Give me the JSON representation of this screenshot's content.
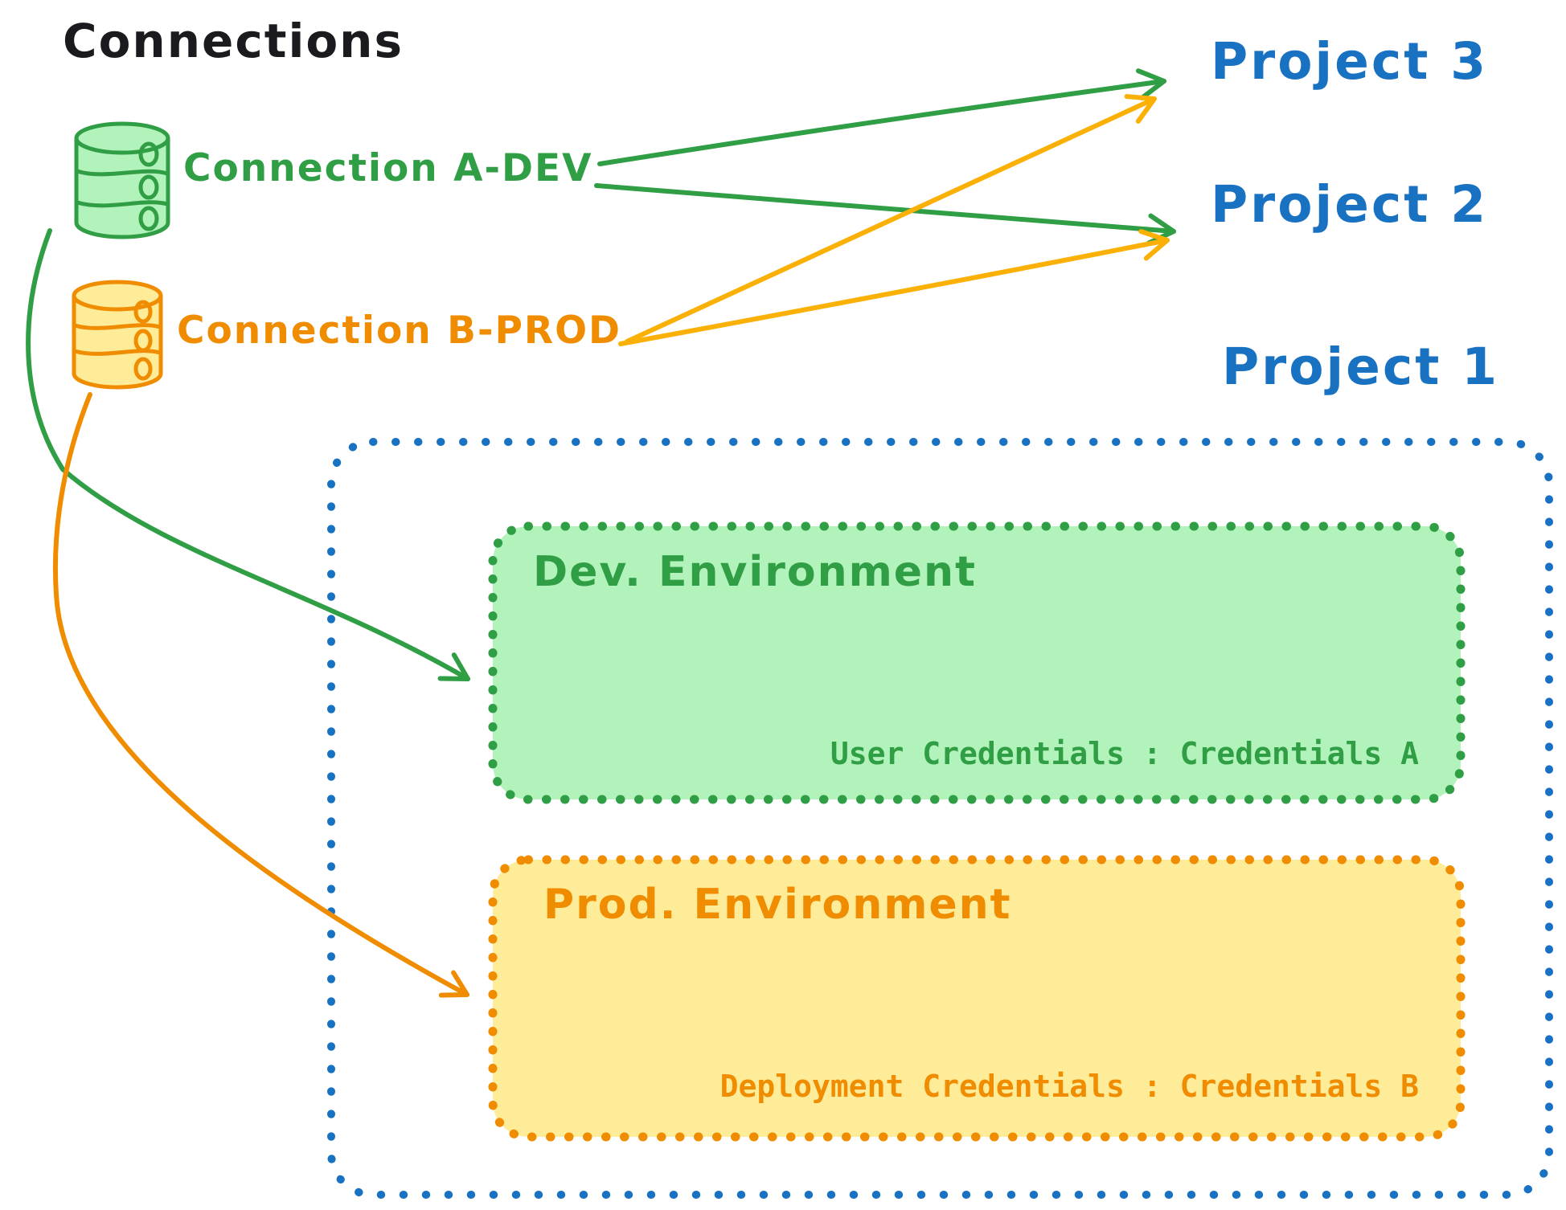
{
  "title": "Connections",
  "colors": {
    "ink": "#1b1b1f",
    "blue": "#1971c2",
    "green": "#2f9e44",
    "green-fill": "#b2f2bb",
    "orange": "#f08c00",
    "orange-fill": "#ffec99",
    "amber": "#fab005"
  },
  "connections": {
    "dev": {
      "label": "Connection A-DEV"
    },
    "prod": {
      "label": "Connection B-PROD"
    }
  },
  "projects": {
    "p3": {
      "label": "Project 3"
    },
    "p2": {
      "label": "Project 2"
    },
    "p1": {
      "label": "Project 1"
    }
  },
  "environments": {
    "dev": {
      "title": "Dev. Environment",
      "credentials": "User Credentials : Credentials A"
    },
    "prod": {
      "title": "Prod. Environment",
      "credentials": "Deployment Credentials : Credentials B"
    }
  }
}
